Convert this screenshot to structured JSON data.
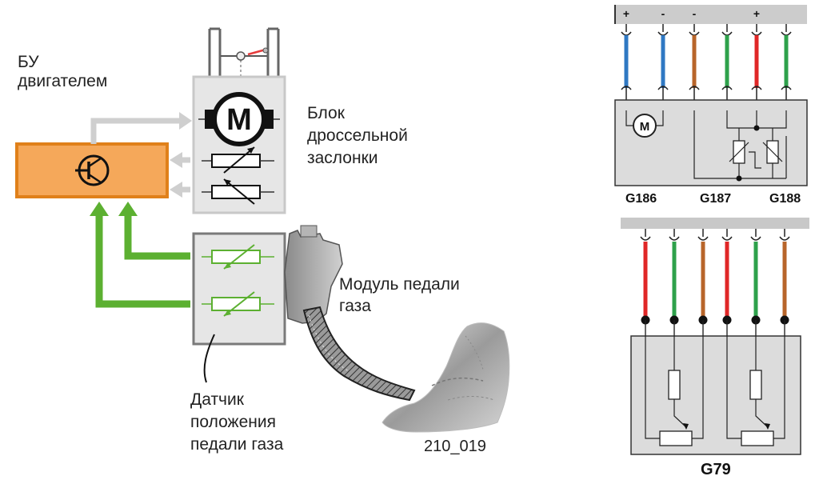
{
  "labels": {
    "ecu": [
      "БУ",
      "двигателем"
    ],
    "throttle": [
      "Блок",
      "дроссельной",
      "заслонки"
    ],
    "pedal_module": [
      "Модуль педали",
      "газа"
    ],
    "sensor": [
      "Датчик",
      "положения",
      "педали газа"
    ],
    "figure_code": "210_019"
  },
  "throttle_wiring": {
    "polarity": [
      "+",
      "-",
      "-",
      "",
      "+",
      ""
    ],
    "wire_colors": [
      "#2f78c3",
      "#2f78c3",
      "#b8652a",
      "#2ea14b",
      "#e02727",
      "#2ea14b"
    ],
    "components": [
      "G186",
      "G187",
      "G188"
    ]
  },
  "pedal_wiring": {
    "wire_colors": [
      "#e02727",
      "#2ea14b",
      "#b8652a",
      "#e02727",
      "#2ea14b",
      "#b8652a"
    ],
    "component": "G79"
  },
  "motor_symbol": "M",
  "colors": {
    "ecu_fill": "#f5a85a",
    "ecu_border": "#e0801a",
    "signal_arrow": "#5cb031",
    "feedback_arrow": "#cfcfcf",
    "box_fill": "#e6e6e6"
  },
  "icons": [
    "transistor-icon",
    "motor-icon",
    "potentiometer-icon"
  ]
}
